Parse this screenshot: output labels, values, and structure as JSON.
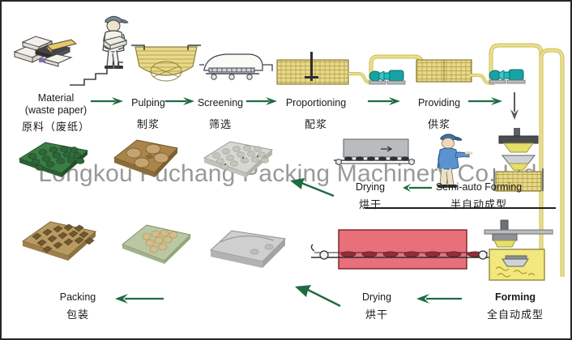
{
  "diagram": {
    "title_watermark": "Longkou Fuchang Packing Machinery Co.,Ltd",
    "colors": {
      "arrow_green": "#1f6b42",
      "pulp_yellow": "#e8d98a",
      "pump_teal": "#17a3a3",
      "oven_red": "#e8707a",
      "frame_dark": "#262626",
      "text_dark": "#1a1a1a",
      "tray_green": "#3c7d46",
      "tray_brown": "#a9854b",
      "tray_grey": "#c9c9c4"
    }
  },
  "row_top": {
    "steps": [
      {
        "en_line1": "Material",
        "en_line2": "(waste paper)",
        "cn": "原料（废纸）"
      },
      {
        "en_line1": "Pulping",
        "en_line2": "",
        "cn": "制浆"
      },
      {
        "en_line1": "Screening",
        "en_line2": "",
        "cn": "筛选"
      },
      {
        "en_line1": "Proportioning",
        "en_line2": "",
        "cn": "配浆"
      },
      {
        "en_line1": "Providing",
        "en_line2": "",
        "cn": "供浆"
      }
    ]
  },
  "row_middle": {
    "steps": [
      {
        "en_line1": "Drying",
        "en_line2": "",
        "cn": "烘干"
      },
      {
        "en_line1": "Semi-auto Forming",
        "en_line2": "",
        "cn": "半自动成型"
      }
    ]
  },
  "row_bottom": {
    "steps": [
      {
        "en_line1": "Packing",
        "en_line2": "",
        "cn": "包装"
      },
      {
        "en_line1": "Drying",
        "en_line2": "",
        "cn": "烘干"
      },
      {
        "en_line1": "Forming",
        "en_line2": "",
        "cn": "全自动成型"
      }
    ]
  },
  "icons": {
    "arrow_right": "arrow-right-icon",
    "arrow_left": "arrow-left-icon",
    "arrow_down": "arrow-down-icon",
    "arrow_up_left": "arrow-up-left-icon"
  },
  "equipment": {
    "paper_bales": "waste-paper-bales",
    "worker_carrying": "worker-carrying-paper",
    "stairs": "stairs",
    "pulper_vat": "pulper-vat",
    "screening_machine": "screening-machine",
    "proportioning_tank": "proportioning-tank",
    "pump_1": "slurry-pump",
    "pump_2": "slurry-pump",
    "supply_tank": "pulp-supply-tank",
    "pump_3": "slurry-pump",
    "pump_4": "slurry-pump",
    "riser_pipe": "vertical-supply-pipe",
    "drying_conveyor": "drying-conveyor",
    "worker_operator": "worker-operator",
    "semi_auto_press": "semi-auto-forming-press",
    "semi_pulp_vat": "forming-pulp-vat",
    "auto_drying_oven": "automatic-drying-oven",
    "auto_press": "automatic-forming-press",
    "auto_pulp_vat": "automatic-forming-pulp-vat"
  },
  "products": {
    "row_upper": [
      {
        "name": "green-egg-tray",
        "color": "#3c7d46"
      },
      {
        "name": "brown-cup-carrier",
        "color": "#a9854b"
      },
      {
        "name": "white-egg-tray",
        "color": "#d6d6d0"
      }
    ],
    "row_lower": [
      {
        "name": "brown-egg-tray",
        "color": "#b99a62"
      },
      {
        "name": "green-egg-tray-with-eggs",
        "color": "#b9c7a2"
      },
      {
        "name": "grey-egg-carton-box",
        "color": "#bdbdbd"
      }
    ]
  }
}
